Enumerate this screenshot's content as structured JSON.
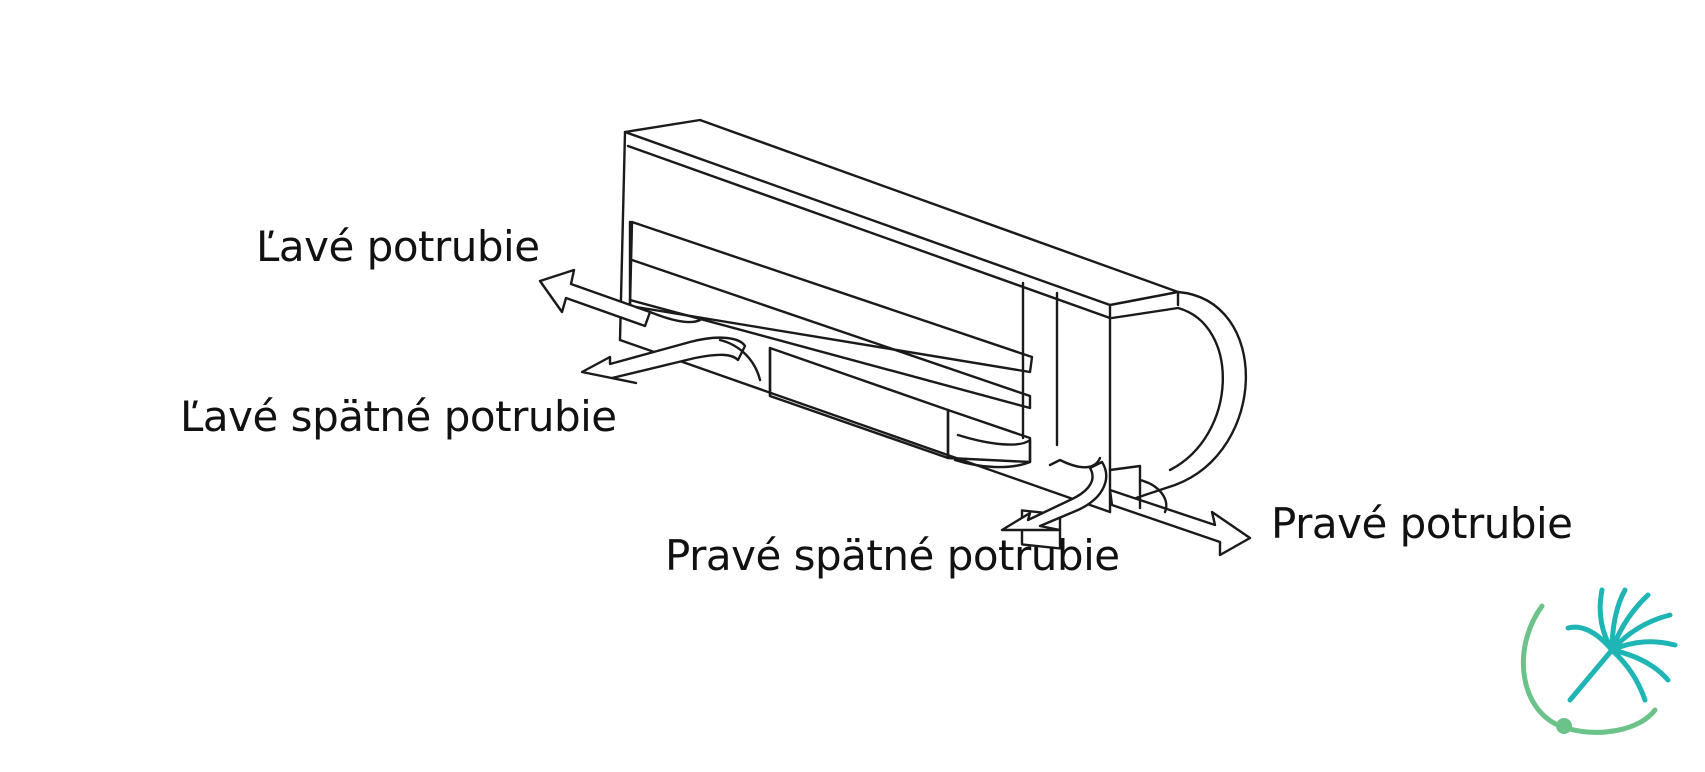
{
  "labels": {
    "left_piping": "Ľavé potrubie",
    "left_back_piping": "Ľavé spätné potrubie",
    "right_back_piping": "Pravé spätné potrubie",
    "right_piping": "Pravé potrubie"
  },
  "colors": {
    "line": "#1a1a1a",
    "logo_teal": "#1fb5b5",
    "logo_green": "#6cc389"
  },
  "icons": {
    "logo": "dandelion-logo-icon"
  }
}
